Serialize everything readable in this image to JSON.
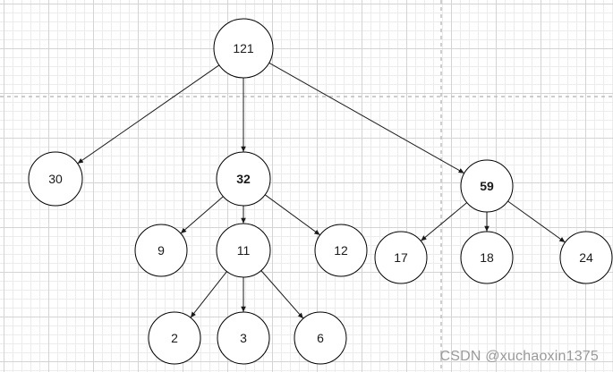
{
  "tree": {
    "nodes": [
      {
        "id": "n121",
        "label": "121",
        "bold": false
      },
      {
        "id": "n30",
        "label": "30",
        "bold": false
      },
      {
        "id": "n32",
        "label": "32",
        "bold": true
      },
      {
        "id": "n59",
        "label": "59",
        "bold": true
      },
      {
        "id": "n9",
        "label": "9",
        "bold": false
      },
      {
        "id": "n11",
        "label": "11",
        "bold": false
      },
      {
        "id": "n12",
        "label": "12",
        "bold": false
      },
      {
        "id": "n17",
        "label": "17",
        "bold": false
      },
      {
        "id": "n18",
        "label": "18",
        "bold": false
      },
      {
        "id": "n24",
        "label": "24",
        "bold": false
      },
      {
        "id": "n2",
        "label": "2",
        "bold": false
      },
      {
        "id": "n3",
        "label": "3",
        "bold": false
      },
      {
        "id": "n6",
        "label": "6",
        "bold": false
      }
    ],
    "edges": [
      {
        "from": "n121",
        "to": "n30"
      },
      {
        "from": "n121",
        "to": "n32"
      },
      {
        "from": "n121",
        "to": "n59"
      },
      {
        "from": "n32",
        "to": "n9"
      },
      {
        "from": "n32",
        "to": "n11"
      },
      {
        "from": "n32",
        "to": "n12"
      },
      {
        "from": "n59",
        "to": "n17"
      },
      {
        "from": "n59",
        "to": "n18"
      },
      {
        "from": "n59",
        "to": "n24"
      },
      {
        "from": "n11",
        "to": "n2"
      },
      {
        "from": "n11",
        "to": "n3"
      },
      {
        "from": "n11",
        "to": "n6"
      }
    ]
  },
  "watermark": "CSDN @xuchaoxin1375"
}
